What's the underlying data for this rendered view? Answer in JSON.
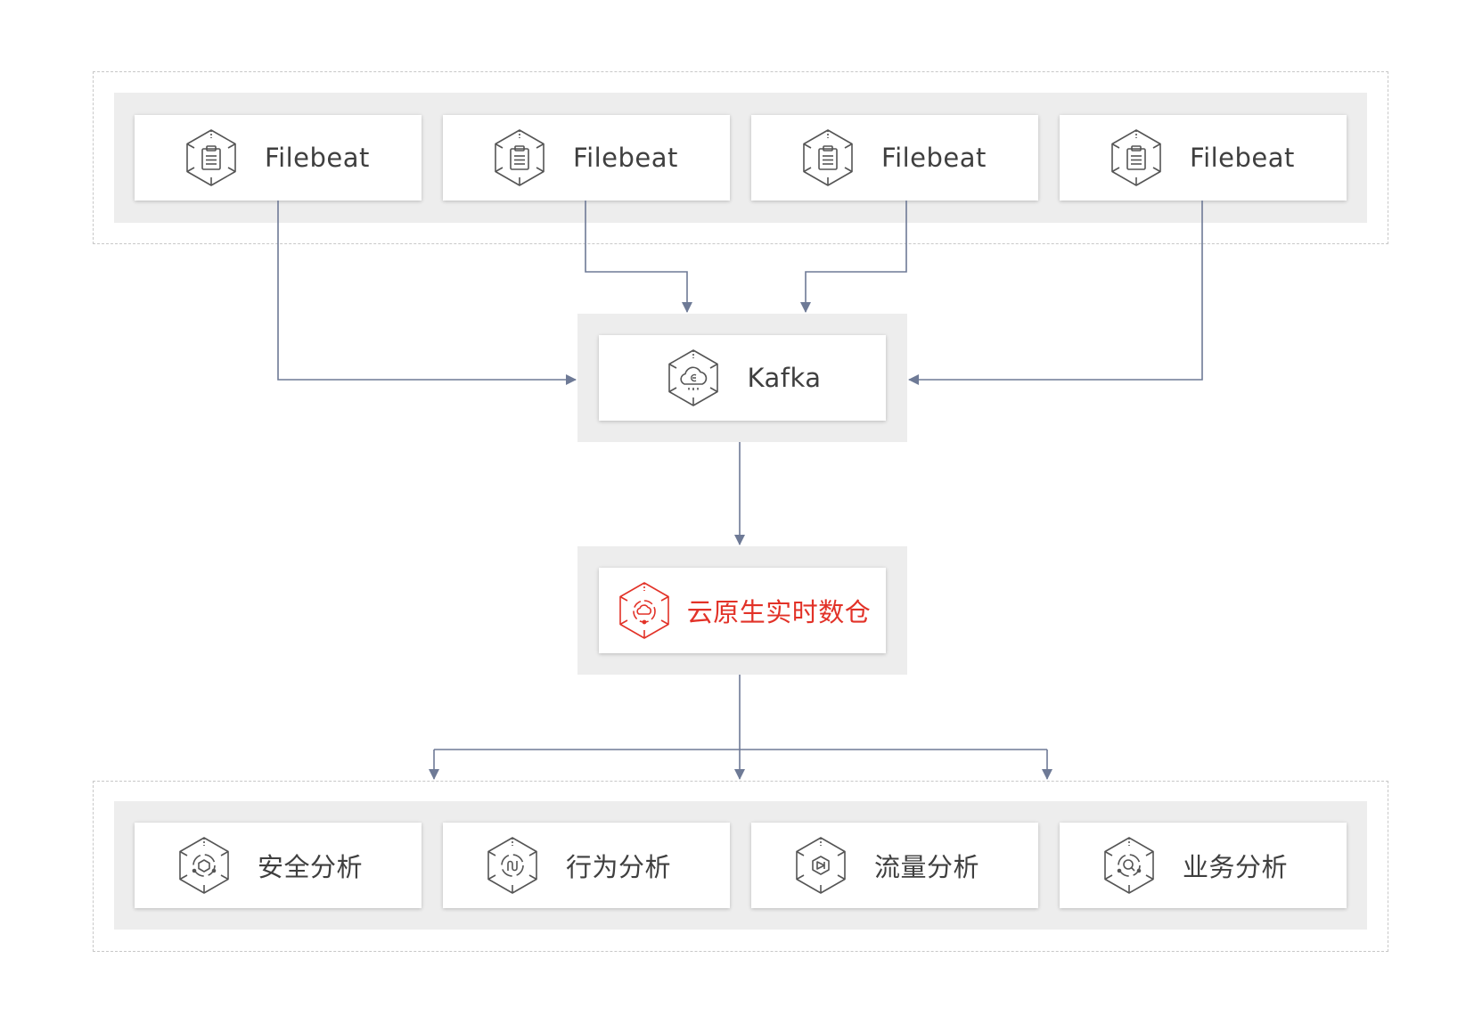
{
  "sources": [
    {
      "label": "Filebeat",
      "icon": "clipboard-icon"
    },
    {
      "label": "Filebeat",
      "icon": "clipboard-icon"
    },
    {
      "label": "Filebeat",
      "icon": "clipboard-icon"
    },
    {
      "label": "Filebeat",
      "icon": "clipboard-icon"
    }
  ],
  "broker": {
    "label": "Kafka",
    "icon": "cloud-icon"
  },
  "warehouse": {
    "label": "云原生实时数仓",
    "icon": "cloud-database-icon",
    "color": "#e23228"
  },
  "analytics": [
    {
      "label": "安全分析",
      "icon": "shield-icon"
    },
    {
      "label": "行为分析",
      "icon": "behavior-icon"
    },
    {
      "label": "流量分析",
      "icon": "traffic-icon"
    },
    {
      "label": "业务分析",
      "icon": "search-icon"
    }
  ],
  "colors": {
    "arrow": "#6e7a96",
    "panel": "#ededed",
    "dashed_border": "#c8c8c8",
    "icon_stroke": "#555555",
    "highlight": "#e23228"
  }
}
